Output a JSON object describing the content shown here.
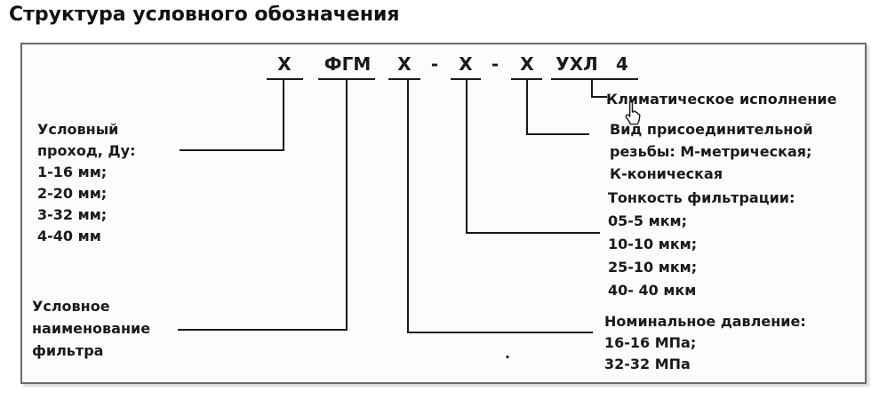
{
  "title": "Структура условного обозначения",
  "diagram": {
    "formula": {
      "tokens": [
        "Х",
        "ФГМ",
        "Х",
        "-",
        "Х",
        "-",
        "Х",
        "УХЛ",
        "4"
      ]
    },
    "labels": {
      "du": {
        "lines": [
          "Условный",
          "проход, Ду:",
          "1-16 мм;",
          "2-20 мм;",
          "3-32 мм;",
          "4-40 мм"
        ]
      },
      "filter_name": {
        "lines": [
          "Условное",
          "наименование",
          "фильтра"
        ]
      },
      "climate": {
        "lines": [
          "Климатическое исполнение"
        ]
      },
      "thread": {
        "lines": [
          "Вид присоединительной",
          "резьбы: М-метрическая;",
          "К-коническая"
        ]
      },
      "fineness": {
        "lines": [
          "Тонкость фильтрации:",
          "05-5 мкм;",
          "10-10 мкм;",
          "25-10 мкм;",
          "40- 40 мкм"
        ]
      },
      "pressure": {
        "lines": [
          "Номинальное давление:",
          "16-16 МПа;",
          "32-32 МПа"
        ]
      }
    },
    "stray_dot": "."
  },
  "icons": {
    "cursor": "hand-pointer-icon"
  },
  "colors": {
    "text": "#1a1a1a",
    "line": "#1a1a1a",
    "box_border": "#6b6b6b",
    "box_background": "#fcfcfb",
    "page_background": "#ffffff"
  }
}
